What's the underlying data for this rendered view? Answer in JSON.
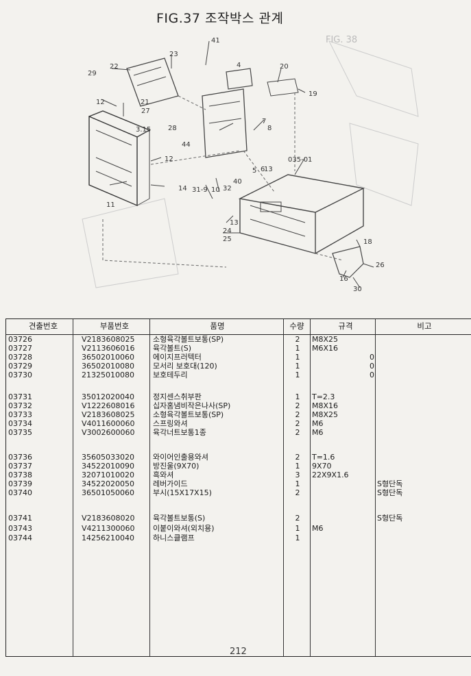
{
  "page": {
    "title": "FIG.37 조작박스 관계",
    "page_number": "212"
  },
  "callouts": [
    "41",
    "23",
    "22",
    "29",
    "4",
    "20",
    "19",
    "12",
    "21",
    "27",
    "3.15",
    "28",
    "7",
    "8",
    "44",
    "6",
    "5",
    "13",
    "035-01",
    "12",
    "14",
    "31-9",
    "10",
    "32",
    "40",
    "11",
    "13",
    "24",
    "25",
    "18",
    "26",
    "16",
    "30"
  ],
  "table": {
    "headers": {
      "code": "견출번호",
      "part": "부품번호",
      "name": "품명",
      "qty": "수량",
      "spec": "규격",
      "note": "비고"
    },
    "rows": [
      {
        "code": "03726",
        "part": "V2183608025",
        "name": "소형육각볼트보통(SP)",
        "qty": "2",
        "spec": "M8X25",
        "spec2": "",
        "note": ""
      },
      {
        "code": "03727",
        "part": "V2113606016",
        "name": "육각볼트(S)",
        "qty": "1",
        "spec": "M6X16",
        "spec2": "",
        "note": ""
      },
      {
        "code": "03728",
        "part": "36502010060",
        "name": "에이지프러텍터",
        "qty": "1",
        "spec": "",
        "spec2": "0",
        "note": ""
      },
      {
        "code": "03729",
        "part": "36502010080",
        "name": "모서리 보호대(120)",
        "qty": "1",
        "spec": "",
        "spec2": "0",
        "note": ""
      },
      {
        "code": "03730",
        "part": "21325010080",
        "name": "보호테두리",
        "qty": "1",
        "spec": "",
        "spec2": "0",
        "note": ""
      },
      {
        "code": "03731",
        "part": "35012020040",
        "name": "정지센스취부판",
        "qty": "1",
        "spec": "T=2.3",
        "spec2": "",
        "note": ""
      },
      {
        "code": "03732",
        "part": "V1222608016",
        "name": "십자홈냄비작은나사(SP)",
        "qty": "2",
        "spec": "M8X16",
        "spec2": "",
        "note": ""
      },
      {
        "code": "03733",
        "part": "V2183608025",
        "name": "소형육각볼트보통(SP)",
        "qty": "2",
        "spec": "M8X25",
        "spec2": "",
        "note": ""
      },
      {
        "code": "03734",
        "part": "V4011600060",
        "name": "스프링와셔",
        "qty": "2",
        "spec": "M6",
        "spec2": "",
        "note": ""
      },
      {
        "code": "03735",
        "part": "V3002600060",
        "name": "육각너트보통1종",
        "qty": "2",
        "spec": "M6",
        "spec2": "",
        "note": ""
      },
      {
        "code": "03736",
        "part": "35605033020",
        "name": "와이어인출용와셔",
        "qty": "2",
        "spec": "T=1.6",
        "spec2": "",
        "note": ""
      },
      {
        "code": "03737",
        "part": "34522010090",
        "name": "방진울(9X70)",
        "qty": "1",
        "spec": "9X70",
        "spec2": "",
        "note": ""
      },
      {
        "code": "03738",
        "part": "32071010020",
        "name": "흑와셔",
        "qty": "3",
        "spec": "22X9X1.6",
        "spec2": "",
        "note": ""
      },
      {
        "code": "03739",
        "part": "34522020050",
        "name": "레버가이드",
        "qty": "1",
        "spec": "",
        "spec2": "",
        "note": "S형단독"
      },
      {
        "code": "03740",
        "part": "36501050060",
        "name": "부시(15X17X15)",
        "qty": "2",
        "spec": "",
        "spec2": "",
        "note": "S형단독"
      },
      {
        "code": "03741",
        "part": "V2183608020",
        "name": "육각볼트보통(S)",
        "qty": "2",
        "spec": "",
        "spec2": "",
        "note": "S형단독"
      },
      {
        "code": "03743",
        "part": "V4211300060",
        "name": "이붙이와셔(외치용)",
        "qty": "1",
        "spec": "M6",
        "spec2": "",
        "note": ""
      },
      {
        "code": "03744",
        "part": "14256210040",
        "name": "하니스클램프",
        "qty": "1",
        "spec": "",
        "spec2": "",
        "note": ""
      }
    ]
  }
}
